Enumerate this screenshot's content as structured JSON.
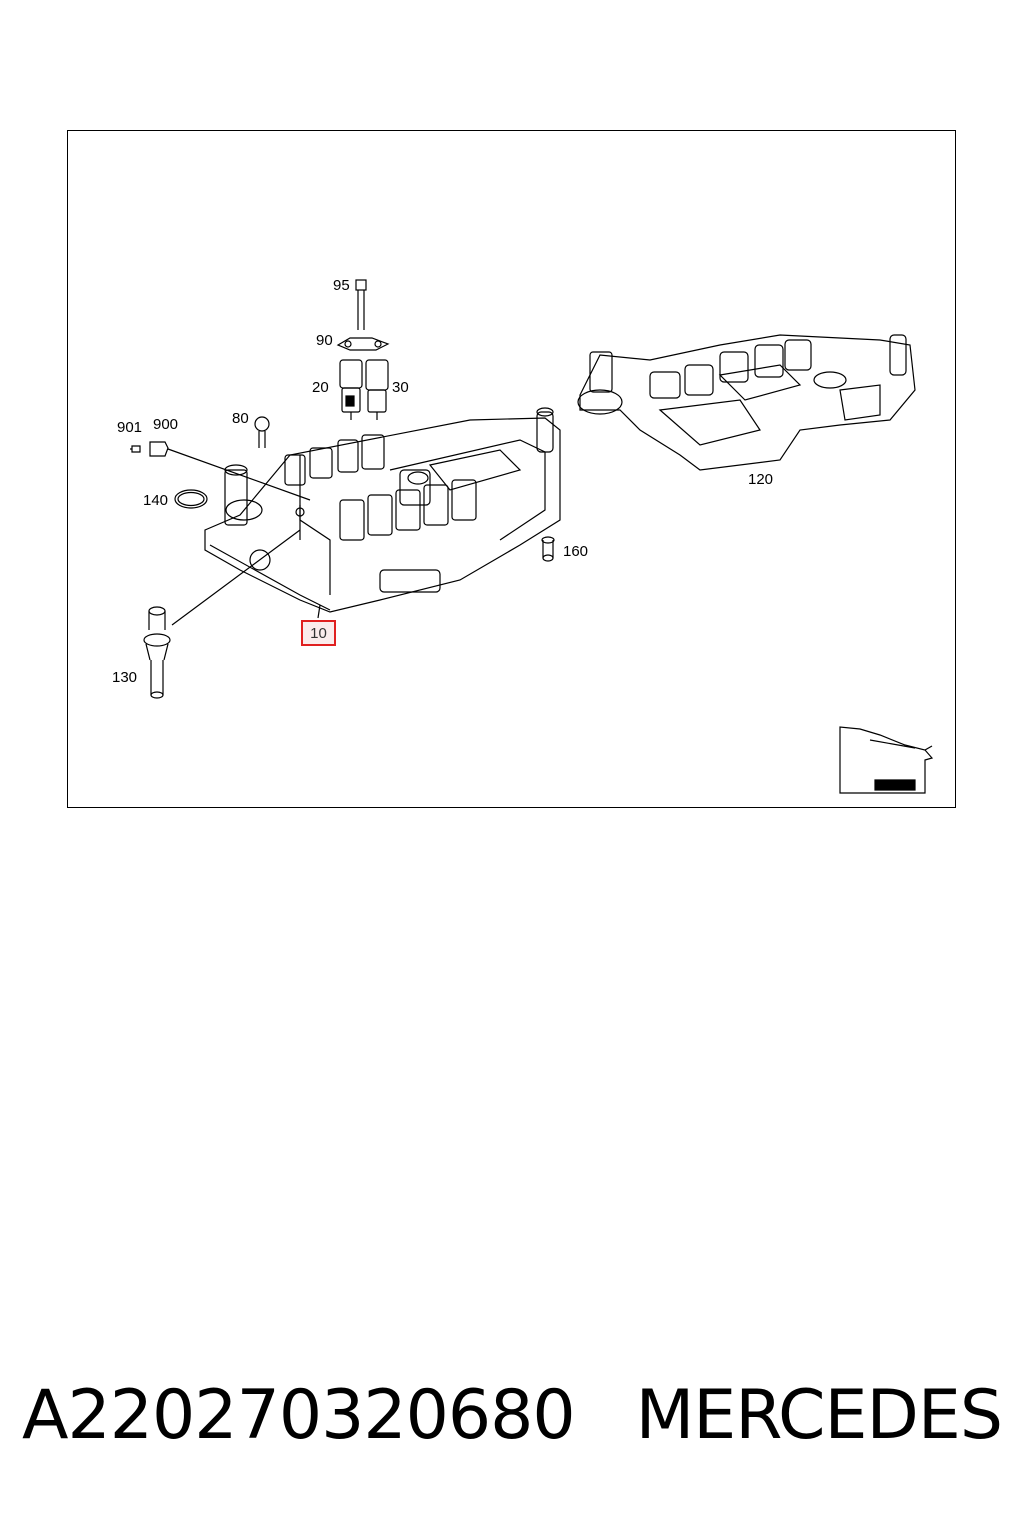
{
  "callouts": {
    "c95": "95",
    "c90": "90",
    "c20": "20",
    "c30": "30",
    "c80": "80",
    "c901": "901",
    "c900": "900",
    "c140": "140",
    "c160": "160",
    "c130": "130",
    "c120": "120",
    "c10": "10"
  },
  "footer": {
    "part_number": "A220270320680",
    "brand": "MERCEDES"
  },
  "colors": {
    "highlight_border": "#e02020",
    "line": "#000000"
  }
}
